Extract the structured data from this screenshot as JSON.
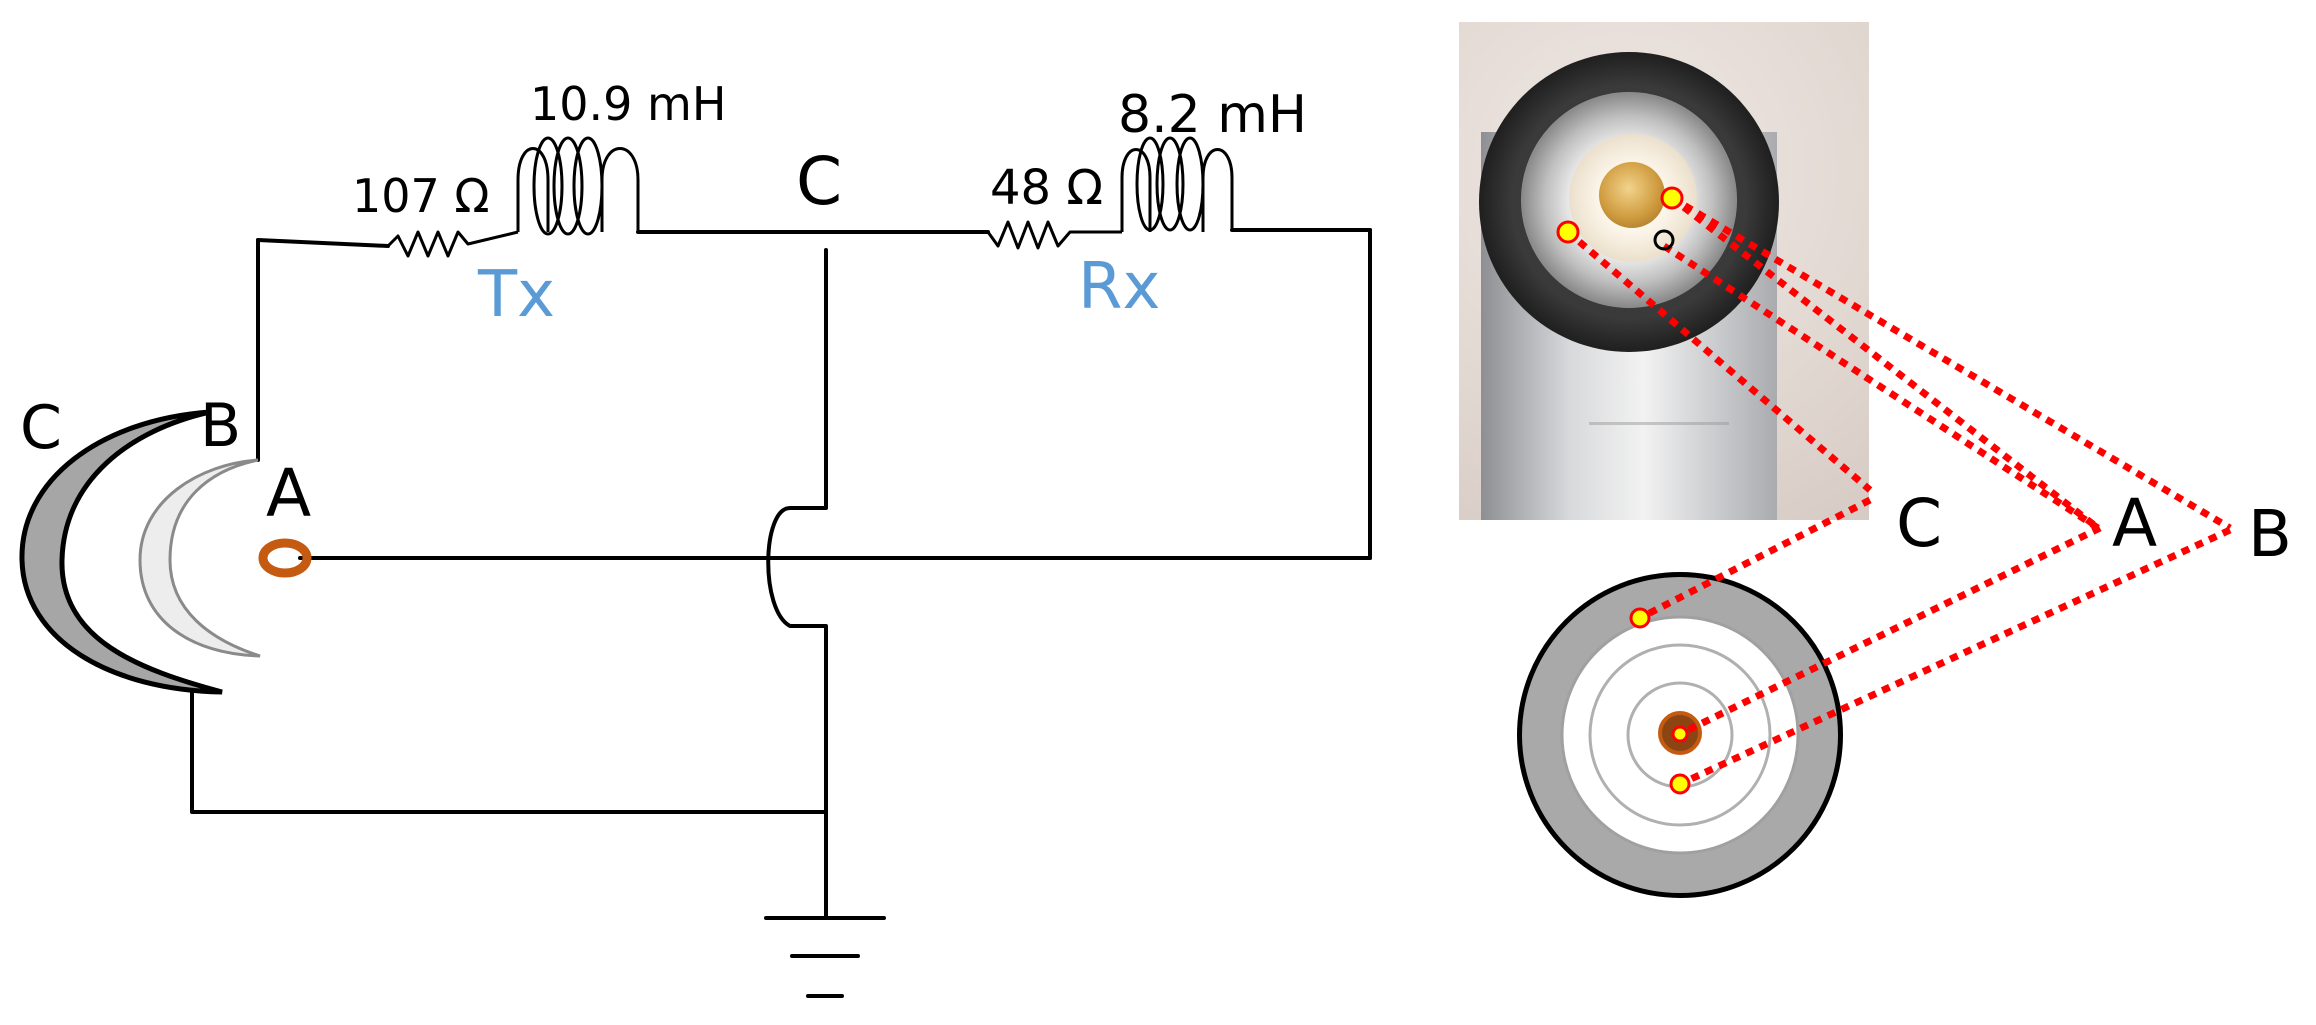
{
  "labels": {
    "tx_resistance": "107 Ω",
    "tx_inductance": "10.9 mH",
    "tx_name": "Tx",
    "rx_resistance": "48 Ω",
    "rx_inductance": "8.2 mH",
    "rx_name": "Rx",
    "node_c_top": "C",
    "probe_c": "C",
    "probe_b": "B",
    "probe_a": "A",
    "map_c": "C",
    "map_a": "A",
    "map_b": "B"
  },
  "colors": {
    "wire": "#000000",
    "coil_label": "#5b9bd5",
    "probe_terminal": "#c55a11",
    "mapping_line": "#ff0000",
    "contact_marker": "#ffff00"
  },
  "icons": {
    "ground": "ground-symbol",
    "resistor": "resistor-zigzag",
    "inductor": "inductor-coil"
  }
}
